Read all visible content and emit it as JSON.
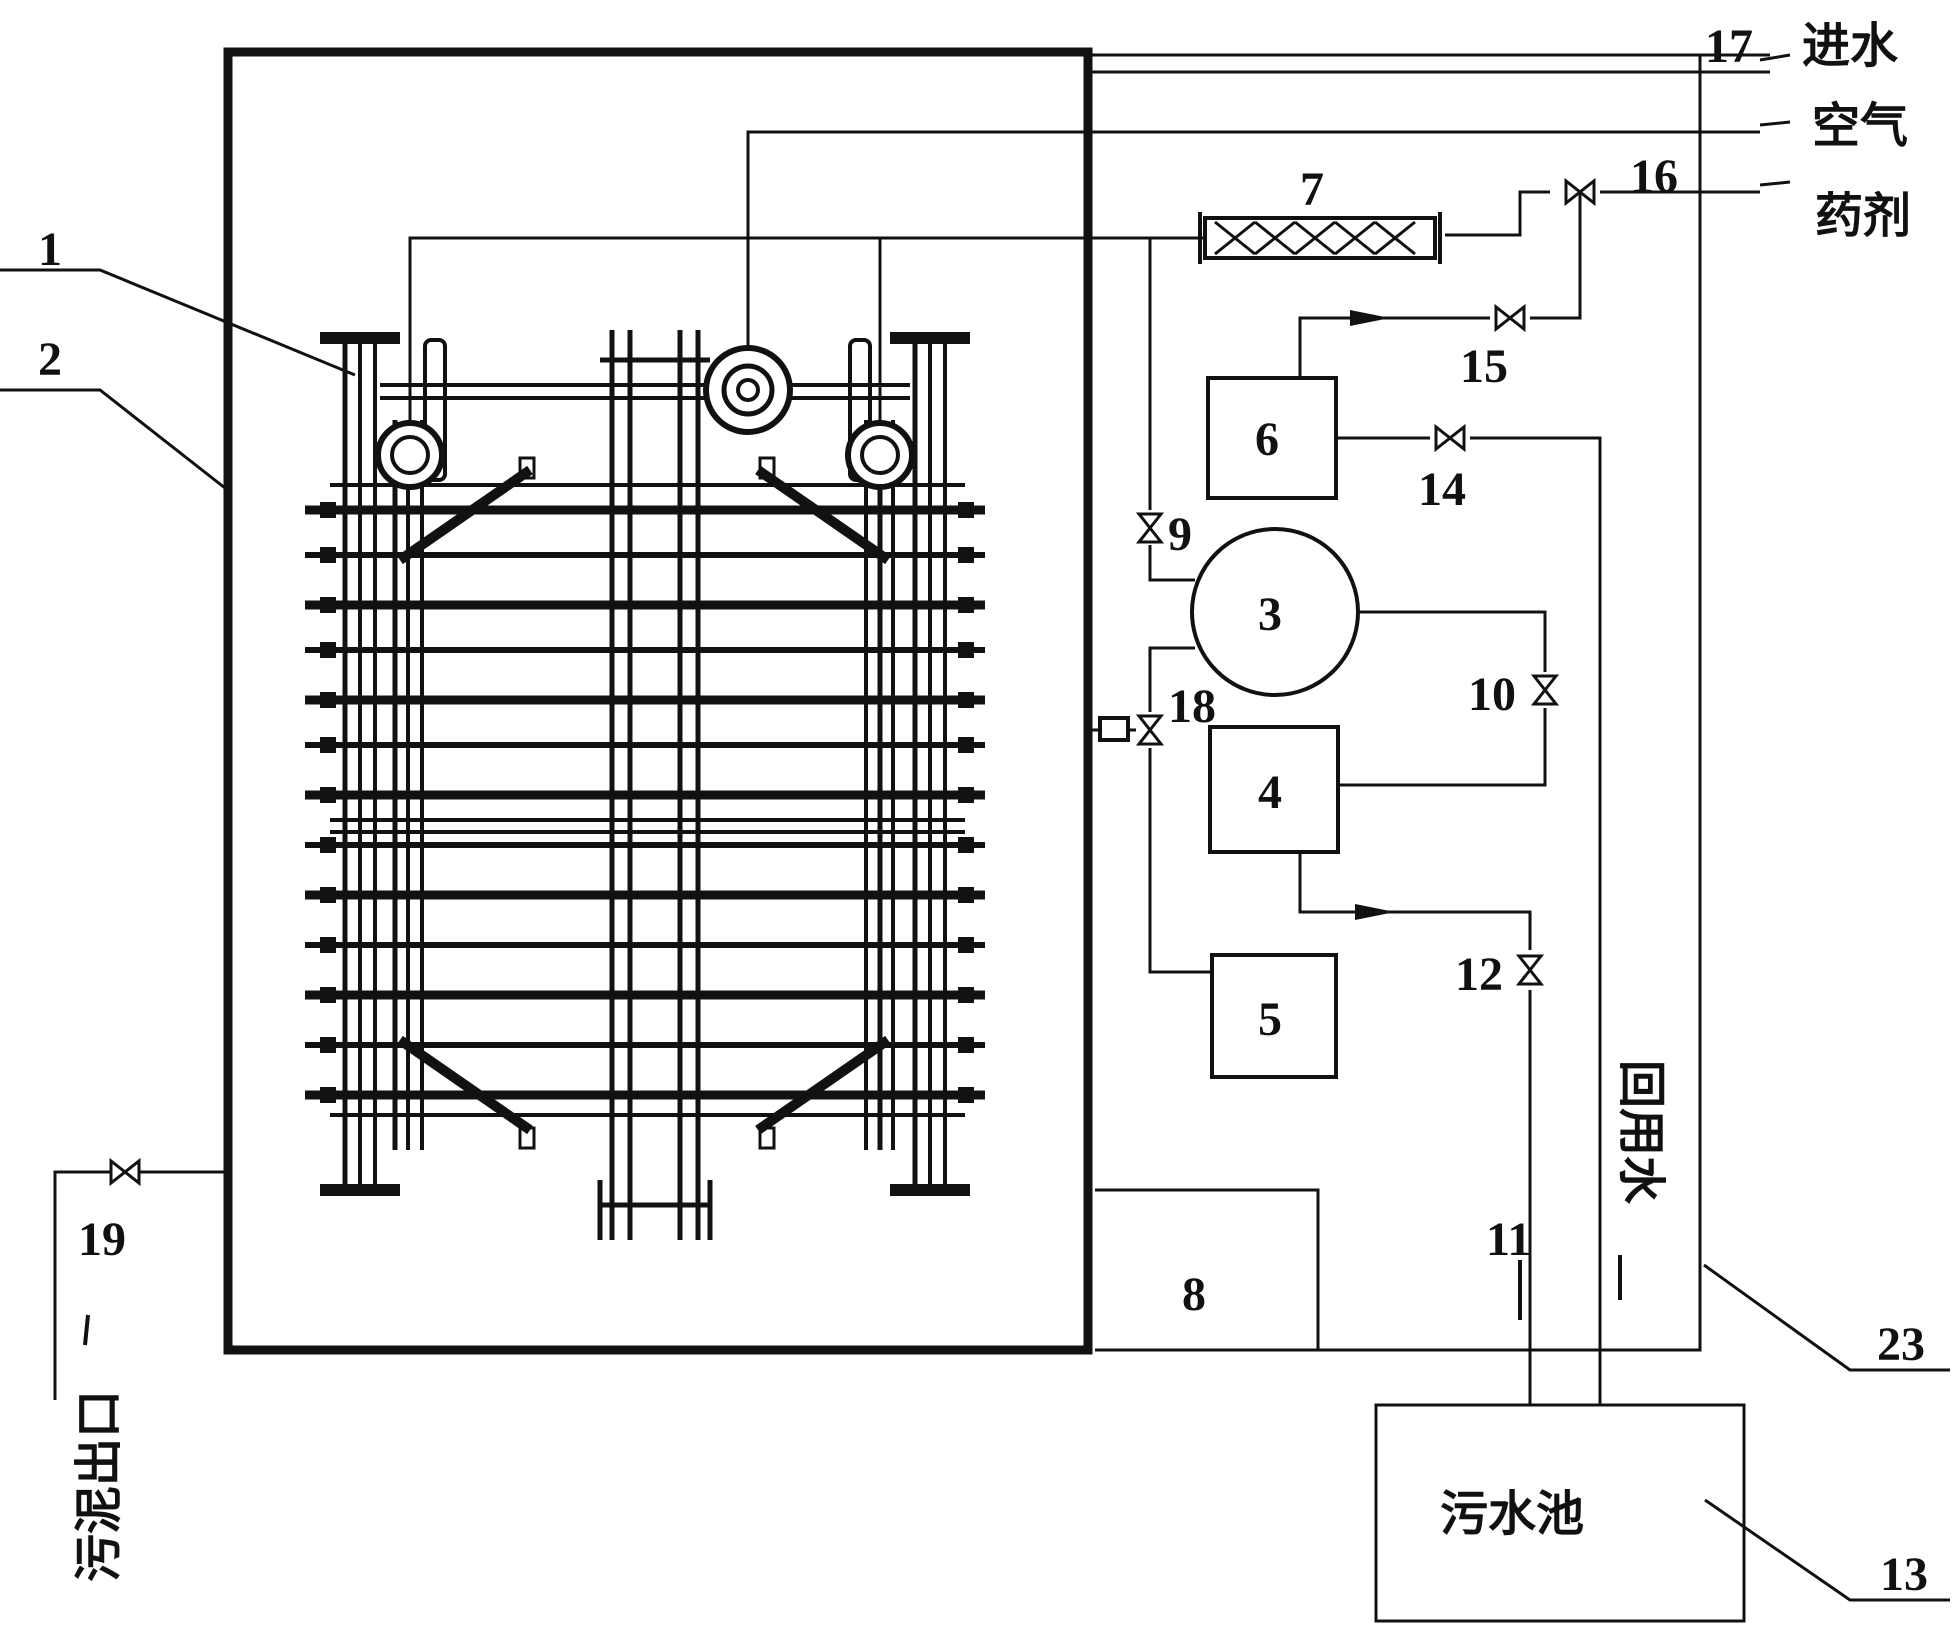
{
  "labels": {
    "n1": "1",
    "n2": "2",
    "n3": "3",
    "n4": "4",
    "n5": "5",
    "n6": "6",
    "n7": "7",
    "n8": "8",
    "n9": "9",
    "n10": "10",
    "n11": "11",
    "n12": "12",
    "n13": "13",
    "n14": "14",
    "n15": "15",
    "n16": "16",
    "n17": "17",
    "n18": "18",
    "n19": "19",
    "n23": "23"
  },
  "text": {
    "water_in": "进水",
    "air": "空气",
    "chemical": "药剂",
    "reuse_water": "回用水",
    "sewage_pool": "污水池",
    "sludge_outlet": "污泥出口"
  },
  "colors": {
    "line": "#111111",
    "background": "#ffffff"
  }
}
